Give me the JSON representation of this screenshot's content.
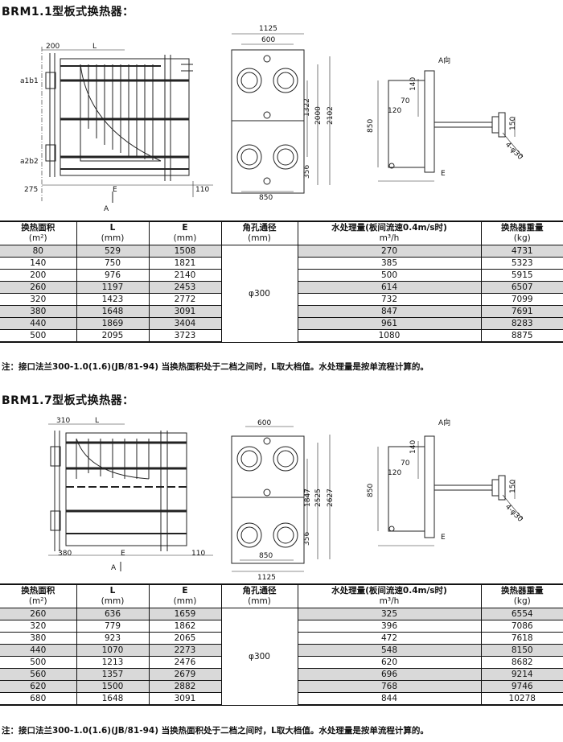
{
  "sections": [
    {
      "title": "BRM1.1型板式换热器：",
      "dims": {
        "side_top_200": "200",
        "side_top_L": "L",
        "a1b1": "a1b1",
        "a2b2": "a2b2",
        "side_bottom_275": "275",
        "side_bottom_E": "E",
        "side_bottom_110": "110",
        "side_arrow_A": "A",
        "front_1125": "1125",
        "front_600": "600",
        "front_1322": "1322",
        "front_2000": "2000",
        "front_2102": "2102",
        "front_356": "356",
        "front_850": "850",
        "end_A_label": "A向",
        "end_140": "140",
        "end_70": "70",
        "end_120": "120",
        "end_850": "850",
        "end_150": "150",
        "end_phi30": "4-φ30",
        "end_E": "E"
      },
      "table": {
        "headers": [
          {
            "line1": "换热面积",
            "line2": "(m²)"
          },
          {
            "line1": "L",
            "line2": "(mm)"
          },
          {
            "line1": "E",
            "line2": "(mm)"
          },
          {
            "line1": "角孔通径",
            "line2": "(mm)"
          },
          {
            "line1": "水处理量(板间流速0.4m/s时)",
            "line2": "m³/h"
          },
          {
            "line1": "换热器重量",
            "line2": "(kg)"
          }
        ],
        "bore": "φ300",
        "rows": [
          [
            "80",
            "529",
            "1508",
            "270",
            "4731"
          ],
          [
            "140",
            "750",
            "1821",
            "385",
            "5323"
          ],
          [
            "200",
            "976",
            "2140",
            "500",
            "5915"
          ],
          [
            "260",
            "1197",
            "2453",
            "614",
            "6507"
          ],
          [
            "320",
            "1423",
            "2772",
            "732",
            "7099"
          ],
          [
            "380",
            "1648",
            "3091",
            "847",
            "7691"
          ],
          [
            "440",
            "1869",
            "3404",
            "961",
            "8283"
          ],
          [
            "500",
            "2095",
            "3723",
            "1080",
            "8875"
          ]
        ]
      },
      "note": "注：接口法兰300-1.0(1.6)(JB/81-94)  当换热面积处于二档之间时，L取大档值。水处理量是按单流程计算的。"
    },
    {
      "title": "BRM1.7型板式换热器：",
      "dims": {
        "side_top_310": "310",
        "side_top_L": "L",
        "side_bottom_380": "380",
        "side_bottom_E": "E",
        "side_bottom_110": "110",
        "side_arrow_A": "A",
        "front_600": "600",
        "front_1847": "1847",
        "front_2525": "2525",
        "front_2627": "2627",
        "front_356": "356",
        "front_850": "850",
        "front_1125": "1125",
        "end_A_label": "A向",
        "end_140": "140",
        "end_70": "70",
        "end_120": "120",
        "end_850": "850",
        "end_150": "150",
        "end_phi30": "4-φ30",
        "end_E": "E"
      },
      "table": {
        "headers": [
          {
            "line1": "换热面积",
            "line2": "(m²)"
          },
          {
            "line1": "L",
            "line2": "(mm)"
          },
          {
            "line1": "E",
            "line2": "(mm)"
          },
          {
            "line1": "角孔通径",
            "line2": "(mm)"
          },
          {
            "line1": "水处理量(板间流速0.4m/s时)",
            "line2": "m³/h"
          },
          {
            "line1": "换热器重量",
            "line2": "(kg)"
          }
        ],
        "bore": "φ300",
        "rows": [
          [
            "260",
            "636",
            "1659",
            "325",
            "6554"
          ],
          [
            "320",
            "779",
            "1862",
            "396",
            "7086"
          ],
          [
            "380",
            "923",
            "2065",
            "472",
            "7618"
          ],
          [
            "440",
            "1070",
            "2273",
            "548",
            "8150"
          ],
          [
            "500",
            "1213",
            "2476",
            "620",
            "8682"
          ],
          [
            "560",
            "1357",
            "2679",
            "696",
            "9214"
          ],
          [
            "620",
            "1500",
            "2882",
            "768",
            "9746"
          ],
          [
            "680",
            "1648",
            "3091",
            "844",
            "10278"
          ]
        ]
      },
      "note": "注：接口法兰300-1.0(1.6)(JB/81-94)  当换热面积处于二档之间时，L取大档值。水处理量是按单流程计算的。"
    }
  ]
}
